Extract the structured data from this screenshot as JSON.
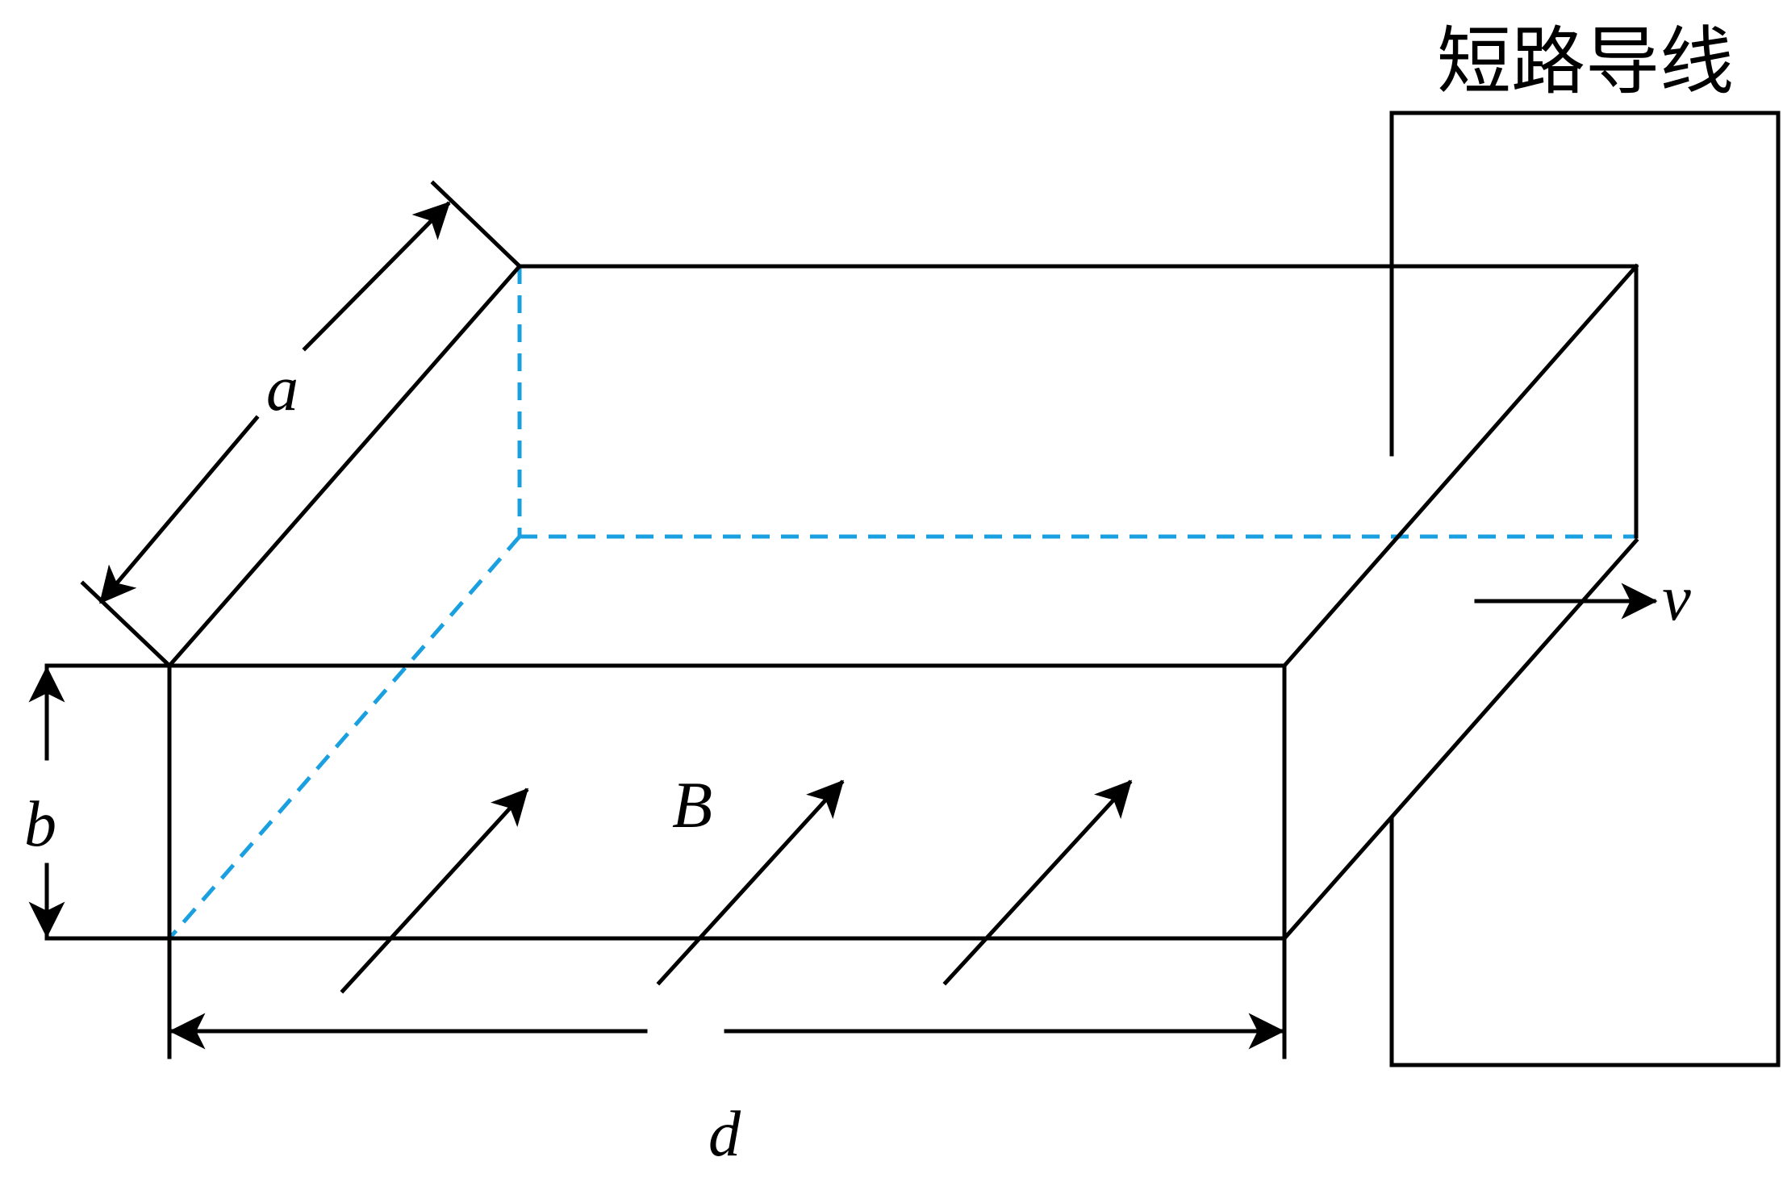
{
  "labels": {
    "short_wire": "短路导线",
    "a": "a",
    "b": "b",
    "d": "d",
    "B": "B",
    "v": "v"
  },
  "colors": {
    "lines": "#000000",
    "hidden_edges": "#1aa0e0",
    "background": "#ffffff"
  }
}
